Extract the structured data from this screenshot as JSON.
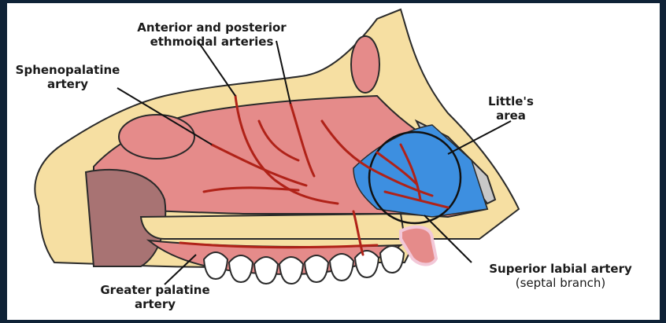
{
  "labels": {
    "ethmoidal": [
      "Anterior and posterior",
      "ethmoidal arteries"
    ],
    "sphenopalatine": [
      "Sphenopalatine",
      "artery"
    ],
    "littles": [
      "Little's",
      "area"
    ],
    "labial": "Superior labial artery",
    "labial_sub": "(septal branch)",
    "palatine": [
      "Greater palatine",
      "artery"
    ]
  },
  "colors": {
    "background": "#0f2236",
    "bone": "#f6dfa2",
    "mucosa": "#e58b8a",
    "artery": "#b02218",
    "littles_area": "#3d8fe0",
    "cartilage": "#c8c8c8"
  }
}
